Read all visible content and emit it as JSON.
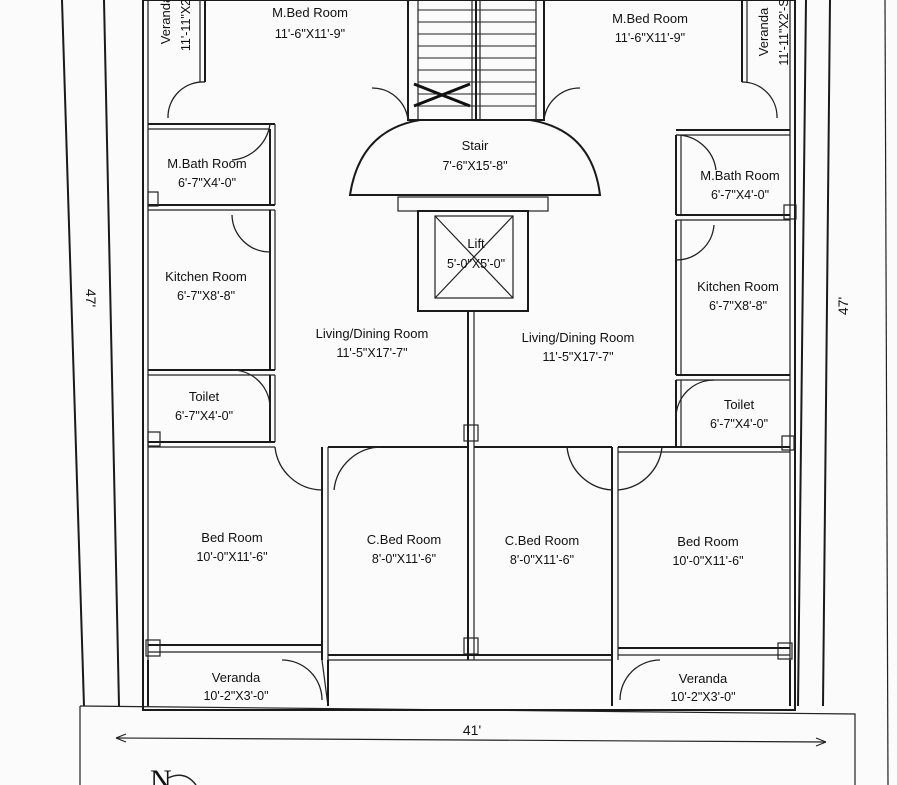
{
  "rooms": {
    "mbed_left": {
      "name": "M.Bed Room",
      "dim": "11'-6\"X11'-9\""
    },
    "mbed_right": {
      "name": "M.Bed Room",
      "dim": "11'-6\"X11'-9\""
    },
    "veranda_top_left": {
      "name": "Veranda",
      "dim": "11'-11\"X2"
    },
    "veranda_top_right": {
      "name": "Veranda",
      "dim": "11'-11\"X2'-S"
    },
    "stair": {
      "name": "Stair",
      "dim": "7'-6\"X15'-8\""
    },
    "lift": {
      "name": "Lift",
      "dim": "5'-0\"X5'-0\""
    },
    "mbath_left": {
      "name": "M.Bath Room",
      "dim": "6'-7\"X4'-0\""
    },
    "mbath_right": {
      "name": "M.Bath Room",
      "dim": "6'-7\"X4'-0\""
    },
    "kitchen_left": {
      "name": "Kitchen Room",
      "dim": "6'-7\"X8'-8\""
    },
    "kitchen_right": {
      "name": "Kitchen Room",
      "dim": "6'-7\"X8'-8\""
    },
    "living_left": {
      "name": "Living/Dining Room",
      "dim": "11'-5\"X17'-7\""
    },
    "living_right": {
      "name": "Living/Dining Room",
      "dim": "11'-5\"X17'-7\""
    },
    "toilet_left": {
      "name": "Toilet",
      "dim": "6'-7\"X4'-0\""
    },
    "toilet_right": {
      "name": "Toilet",
      "dim": "6'-7\"X4'-0\""
    },
    "bed_left": {
      "name": "Bed Room",
      "dim": "10'-0\"X11'-6\""
    },
    "bed_right": {
      "name": "Bed Room",
      "dim": "10'-0\"X11'-6\""
    },
    "cbed_left": {
      "name": "C.Bed Room",
      "dim": "8'-0\"X11'-6\""
    },
    "cbed_right": {
      "name": "C.Bed Room",
      "dim": "8'-0\"X11'-6\""
    },
    "veranda_bottom_left": {
      "name": "Veranda",
      "dim": "10'-2\"X3'-0\""
    },
    "veranda_bottom_right": {
      "name": "Veranda",
      "dim": "10'-2\"X3'-0\""
    }
  },
  "dimensions": {
    "left_side": "47'",
    "right_side": "47'",
    "bottom": "41'"
  },
  "north_mark": "N"
}
